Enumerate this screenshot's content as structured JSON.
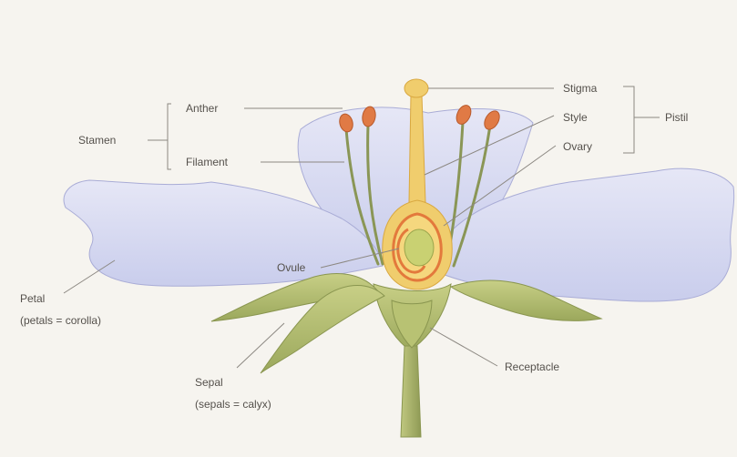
{
  "labels": {
    "stamen": "Stamen",
    "anther": "Anther",
    "filament": "Filament",
    "stigma": "Stigma",
    "style": "Style",
    "ovary": "Ovary",
    "pistil": "Pistil",
    "ovule": "Ovule",
    "petal": "Petal",
    "petal_note": "(petals = corolla)",
    "sepal": "Sepal",
    "sepal_note": "(sepals = calyx)",
    "receptacle": "Receptacle"
  },
  "colors": {
    "background": "#f6f4ef",
    "petal": "#d3d6ef",
    "petal_edge": "#a9acd6",
    "sepal": "#b3bd72",
    "stem": "#a8b26a",
    "anther": "#e07a45",
    "pistil": "#f0cd6d",
    "ovary_wall": "#e3793c",
    "ovule": "#c9d172",
    "leader_line": "#8c8882",
    "text": "#55514c"
  }
}
